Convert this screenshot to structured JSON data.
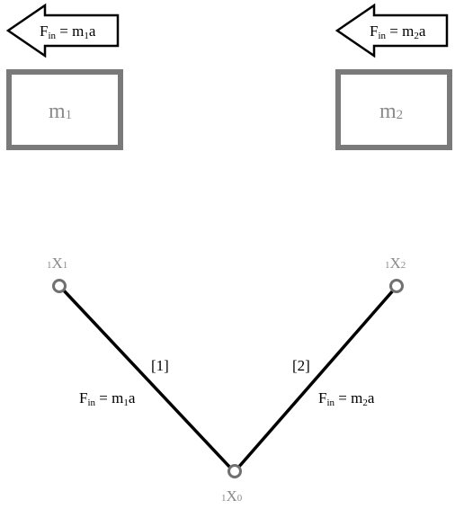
{
  "arrows": [
    {
      "F": "F",
      "F_sub": "in",
      "eq": " = m",
      "m_sub": "1",
      "tail": "a"
    },
    {
      "F": "F",
      "F_sub": "in",
      "eq": " = m",
      "m_sub": "2",
      "tail": "a"
    }
  ],
  "masses": [
    {
      "m": "m",
      "sub": "1"
    },
    {
      "m": "m",
      "sub": "2"
    }
  ],
  "nodes": [
    {
      "pre": "1",
      "name": "X",
      "sub": "1"
    },
    {
      "pre": "1",
      "name": "X",
      "sub": "2"
    },
    {
      "pre": "1",
      "name": "X",
      "sub": "0"
    }
  ],
  "elements": [
    {
      "id": "[1]",
      "F": "F",
      "F_sub": "in",
      "eq": " = m",
      "m_sub": "1",
      "tail": "a"
    },
    {
      "id": "[2]",
      "F": "F",
      "F_sub": "in",
      "eq": " = m",
      "m_sub": "2",
      "tail": "a"
    }
  ],
  "colors": {
    "frame": "#7a7a7a",
    "node": "#707070",
    "line": "#000000",
    "label_gray": "#8a8a8a"
  }
}
